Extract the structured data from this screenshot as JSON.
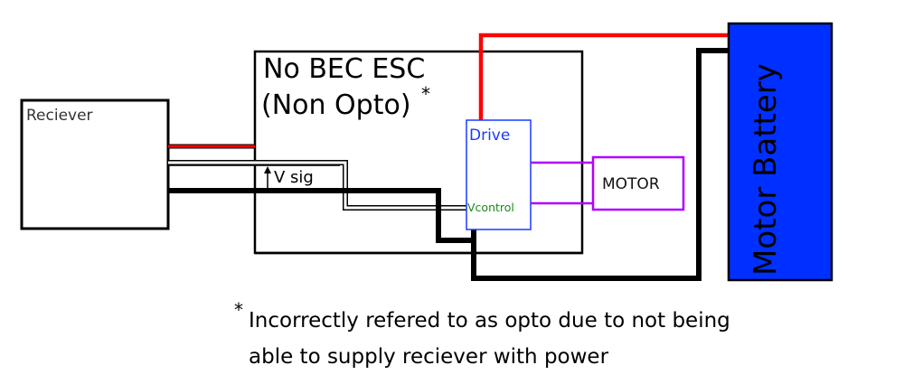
{
  "receiver": {
    "label": "Reciever"
  },
  "esc": {
    "title_line1": "No BEC  ESC",
    "title_line2": "(Non Opto)",
    "asterisk": "*"
  },
  "signal": {
    "label": "V sig"
  },
  "drive": {
    "label": "Drive",
    "control_label": "Vcontrol"
  },
  "motor": {
    "label": "MOTOR"
  },
  "battery": {
    "label": "Motor Battery"
  },
  "footnote": {
    "asterisk": "*",
    "line1": "Incorrectly refered to as opto due to not being",
    "line2": "able to supply reciever with power"
  },
  "colors": {
    "positive_wire": "#ff0000",
    "ground_wire": "#000000",
    "motor_wire": "#b000ff",
    "drive_border": "#1a3cff",
    "drive_text": "#1a3cff",
    "control_text": "#1a8a1a",
    "battery_fill": "#0030ff"
  }
}
